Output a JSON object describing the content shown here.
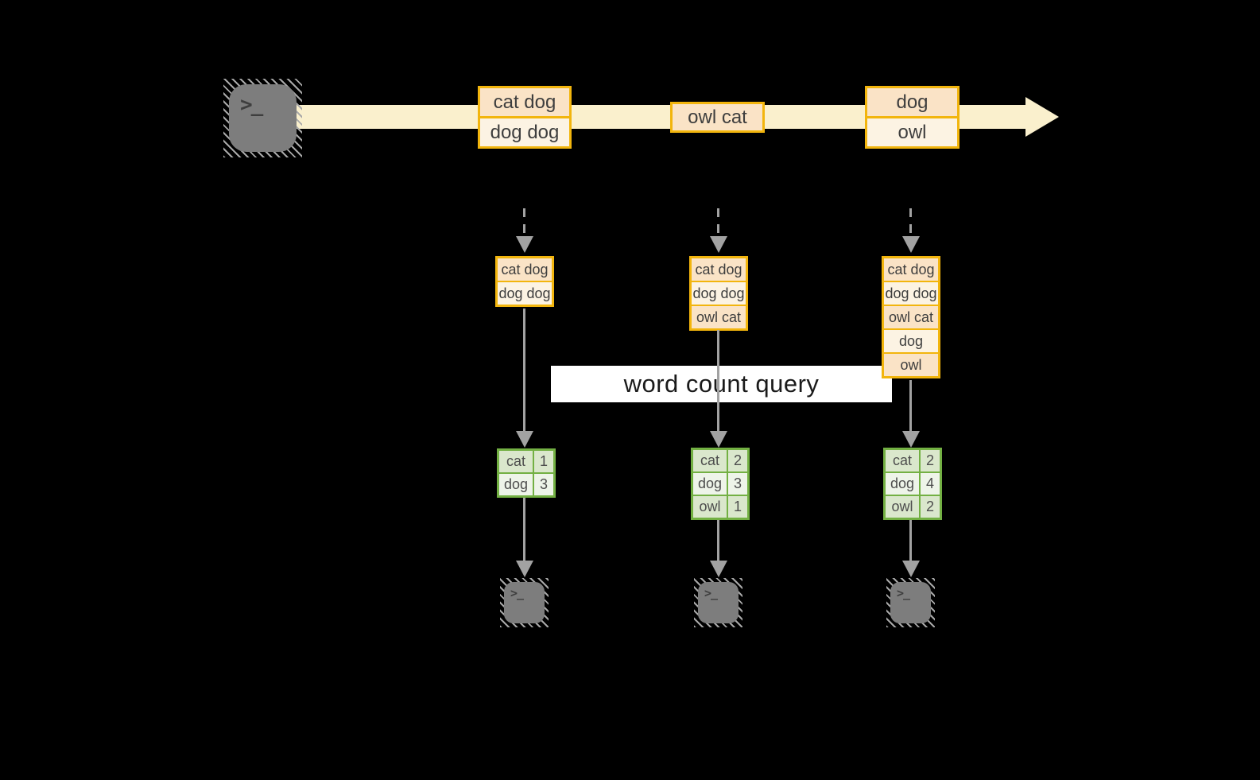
{
  "query": {
    "label": "word count query"
  },
  "terminal": {
    "prompt": ">_"
  },
  "stream": {
    "events": [
      {
        "rows": [
          "cat dog",
          "dog dog"
        ]
      },
      {
        "rows": [
          "owl cat"
        ]
      },
      {
        "rows": [
          "dog",
          "owl"
        ]
      }
    ]
  },
  "stages": [
    {
      "buffer": [
        "cat dog",
        "dog dog"
      ],
      "counts": [
        {
          "word": "cat",
          "value": "1"
        },
        {
          "word": "dog",
          "value": "3"
        }
      ]
    },
    {
      "buffer": [
        "cat dog",
        "dog dog",
        "owl cat"
      ],
      "counts": [
        {
          "word": "cat",
          "value": "2"
        },
        {
          "word": "dog",
          "value": "3"
        },
        {
          "word": "owl",
          "value": "1"
        }
      ]
    },
    {
      "buffer": [
        "cat dog",
        "dog dog",
        "owl cat",
        "dog",
        "owl"
      ],
      "counts": [
        {
          "word": "cat",
          "value": "2"
        },
        {
          "word": "dog",
          "value": "4"
        },
        {
          "word": "owl",
          "value": "2"
        }
      ]
    }
  ],
  "colors": {
    "background": "#000000",
    "stream_band": "#FAF0CD",
    "box_border": "#F2B50D",
    "box_fill_dark": "#FAE3C6",
    "box_fill_light": "#FCF3E3",
    "table_border": "#73B043",
    "table_fill_dark": "#DAE7CC",
    "table_fill_light": "#EEF4E9",
    "arrow_gray": "#A2A2A2",
    "terminal_gray": "#7D7D7D",
    "query_band": "#FFFFFF"
  }
}
